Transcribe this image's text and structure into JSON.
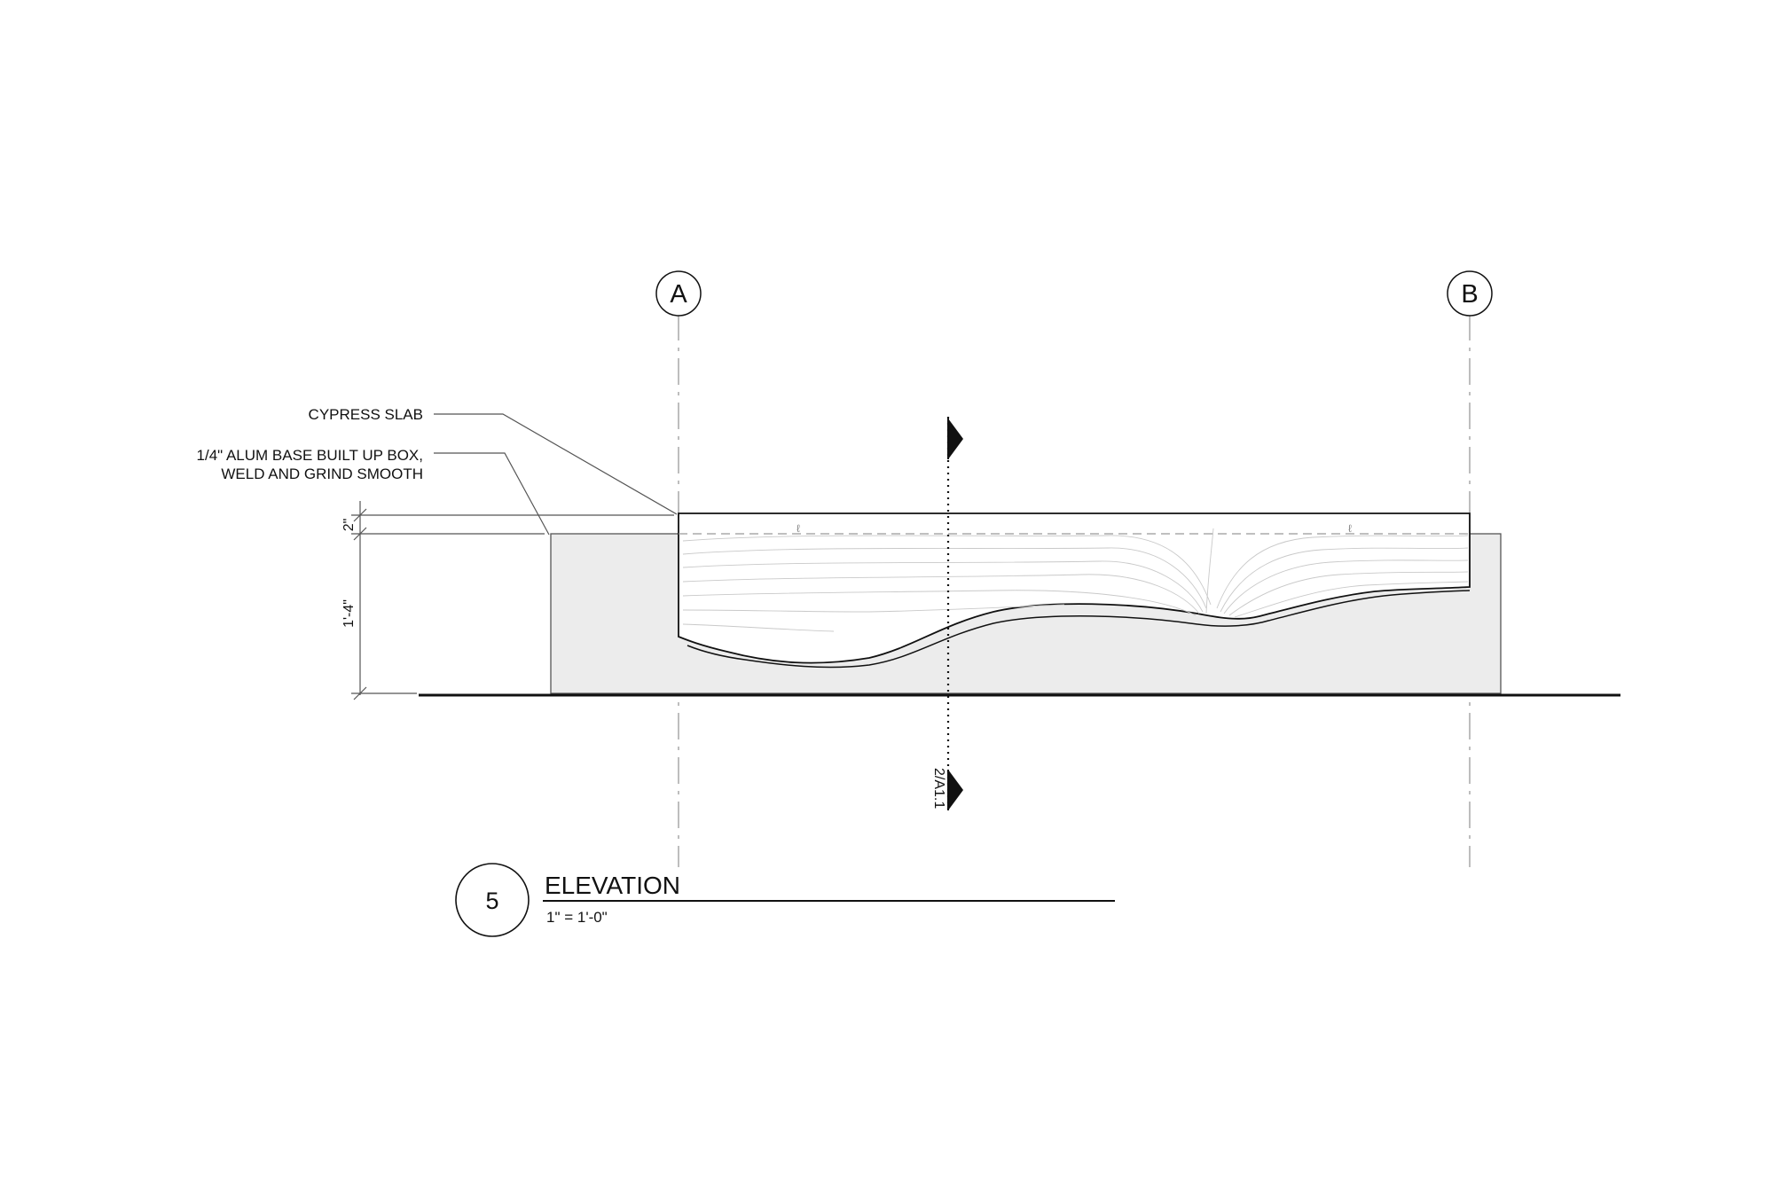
{
  "gridlines": [
    {
      "id": "A",
      "label": "A"
    },
    {
      "id": "B",
      "label": "B"
    }
  ],
  "annotations": {
    "cypress_slab": "CYPRESS SLAB",
    "alum_base_line1": "1/4\" ALUM BASE BUILT UP BOX,",
    "alum_base_line2": "WELD AND GRIND SMOOTH"
  },
  "dimensions": {
    "slab_thickness": "2\"",
    "base_height": "1'-4\""
  },
  "section_cut": {
    "reference": "2/A1.1"
  },
  "title_block": {
    "number": "5",
    "title": "ELEVATION",
    "scale": "1\" = 1'-0\""
  },
  "colors": {
    "line": "#111111",
    "base_fill": "#ececec",
    "grain": "#c9c9c9"
  }
}
